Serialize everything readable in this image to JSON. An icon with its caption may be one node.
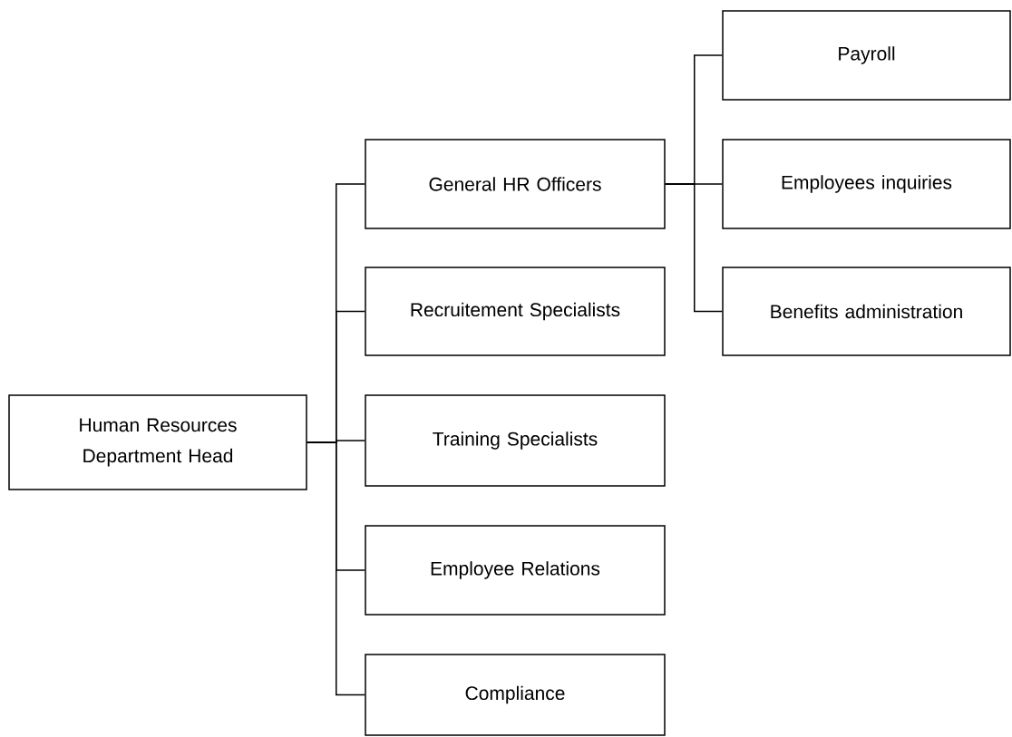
{
  "diagram": {
    "nodes": [
      {
        "text": [
          "Human Resources Department Head"
        ]
      },
      {
        "text": [
          "General HR Officers"
        ]
      },
      {
        "text": [
          "Recruitement Specialists"
        ]
      },
      {
        "text": [
          "Training Specialists"
        ]
      },
      {
        "text": [
          "Employee Relations"
        ]
      },
      {
        "text": [
          "Compliance"
        ]
      },
      {
        "text": [
          "Payroll"
        ]
      },
      {
        "text": [
          "Employees inquiries"
        ]
      },
      {
        "text": [
          "Benefits administration"
        ]
      }
    ],
    "edges": [
      {
        "from": 0,
        "to": 1,
        "arrow": "none"
      },
      {
        "from": 0,
        "to": 2,
        "arrow": "none"
      },
      {
        "from": 0,
        "to": 3,
        "arrow": "none"
      },
      {
        "from": 0,
        "to": 4,
        "arrow": "none"
      },
      {
        "from": 0,
        "to": 5,
        "arrow": "none"
      },
      {
        "from": 1,
        "to": 6,
        "arrow": "none"
      },
      {
        "from": 1,
        "to": 7,
        "arrow": "none"
      },
      {
        "from": 1,
        "to": 8,
        "arrow": "none"
      }
    ]
  }
}
